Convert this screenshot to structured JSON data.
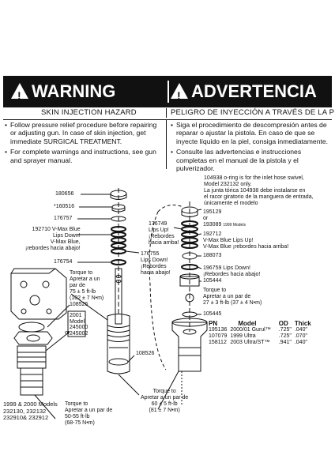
{
  "warning": {
    "title_en": "WARNING",
    "title_es": "ADVERTENCIA"
  },
  "hazard": {
    "en": "SKIN INJECTION HAZARD",
    "es": "PELIGRO DE INYECCIÓN A TRAVÉS DE LA PIEL"
  },
  "bullets_en": [
    "Follow pressure relief procedure before repairing or adjusting gun. In case of skin injection, get immediate SURGICAL TREATMENT.",
    "For complete warnings and instructions, see gun and sprayer manual."
  ],
  "bullets_es": [
    "Siga el procedimiento de descompresión antes de reparar o ajustar la pistola. En caso de que se inyecte líquido en la piel, consiga inmediatamente.",
    "Consulte las advertencias e instrucciones completas en el manual de la pistola y el pulverizador."
  ],
  "note": {
    "l1": "104938 o-ring is for the inlet hose swivel,",
    "l2": "Model 232132 only.",
    "l3": "La junta tórica 104938 debe instalarse en",
    "l4": "el racor giratorio de la manguera de entrada,",
    "l5": "únicamente el modelo"
  },
  "labels": {
    "p180656": "180656",
    "p160516": "*160516",
    "p176757": "176757",
    "p192710a": "192710 V-Max Blue",
    "p192710b": "Lips Down!",
    "p192710c": "V-Max Blue,",
    "p192710d": "¡rebordes hacia abajo!",
    "p176754": "176754",
    "p176755a": "176755",
    "p176755b": "Lips Down!",
    "p176755c": "¡Rebordes",
    "p176755d": "hacia abajo!",
    "p176749a": "176749",
    "p176749b": "Lips Up!",
    "p176749c": "¡Rebordes",
    "p176749d": "hacia arriba!",
    "p195129": "195129",
    "or1": "or",
    "p193089": "193089",
    "p193089b": "1999 Models",
    "p192712a": "192712",
    "p192712b": "V-Max Blue Lips Up!",
    "p192712c": "V-Max Blue ¡rebordes hacia arriba!",
    "p188073": "188073",
    "p196759a": "196759 Lips Down!",
    "p196759b": "¡Rebordes hacia abajo!",
    "p105444": "105444",
    "torque1a": "Torque to",
    "torque1b": "Apretar a un par de",
    "torque1c": "27 ± 3 ft-lb (37 ± 4 N•m)",
    "p105445": "105445",
    "torque2a": "Torque to",
    "torque2b": "Apretar a un",
    "torque2c": "par de",
    "torque2d": "75 ± 5 ft-lb",
    "torque2e": "(102 ± 7 N•m)",
    "p108526a": "108526",
    "or2": "or",
    "model2001a": "2001",
    "model2001b": "Model",
    "model2001c": "245000",
    "model2001d": "245002",
    "p108526b": "108526",
    "models1999a": "1999 & 2000 Models",
    "models1999b": "232130, 232132",
    "models1999c": "232910& 232912",
    "torque3a": "Torque to",
    "torque3b": "Apretar a un par de",
    "torque3c": "50-55 ft-lb",
    "torque3d": "(68-75 N•m)",
    "torque4a": "Torque to",
    "torque4b": "Apretar a un par de",
    "torque4c": "60 ± 5 ft-lb",
    "torque4d": "(81 ± 7 N•m)"
  },
  "table": {
    "headers": [
      "PN",
      "Model",
      "OD",
      "Thick"
    ],
    "rows": [
      [
        "195136",
        "2000/01 Gurul™",
        ".725\"",
        ".040\""
      ],
      [
        "107079",
        "1999 Ultra",
        ".725\"",
        ".070\""
      ],
      [
        "158112",
        "2003 Ultra/ST™",
        ".941\"",
        ".040\""
      ]
    ]
  }
}
